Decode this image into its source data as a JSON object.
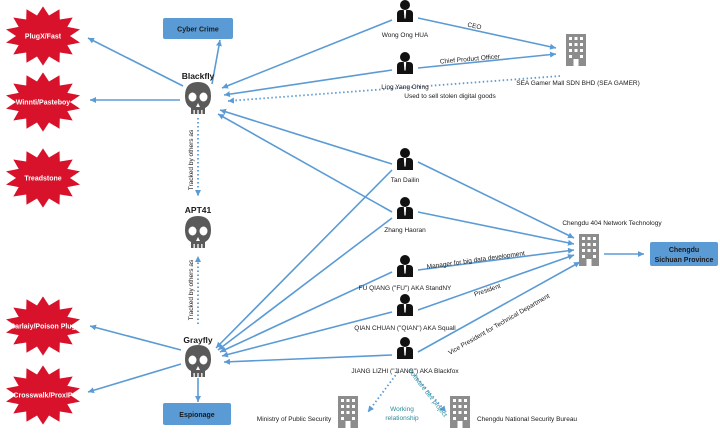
{
  "colors": {
    "line": "#5b9bd5",
    "star": "#d8122b",
    "box": "#5b9bd5",
    "icon": "#6e6e6e"
  },
  "malware": [
    "PlugX/Fast",
    "Winnti/Pasteboy",
    "Treadstone",
    "Barlaiy/Poison Plug",
    "Crosswalk/ProxIP"
  ],
  "categories": {
    "cyber_crime": "Cyber Crime",
    "espionage": "Espionage"
  },
  "groups": {
    "blackfly": "Blackfly",
    "apt41": "APT41",
    "grayfly": "Grayfly"
  },
  "tracked_labels": {
    "top": "Tracked by others as",
    "bottom": "Tracked by others as"
  },
  "people": {
    "wong": "Wong Ong HUA",
    "ling": "Ling Yang Ching",
    "tan": "Tan Dailin",
    "zhang": "Zhang Haoran",
    "fu": "FU QIANG (\"FU\") AKA StandNY",
    "qian": "QIAN CHUAN (\"QIAN\") AKA Squall",
    "jiang": "JIANG LIZHI (\"JIANG\") AKA Blackfox"
  },
  "orgs": {
    "sea_gamer": "SEA Gamer Mall SDN BHD (SEA GAMER)",
    "chengdu404": "Chengdu 404 Network Technology",
    "mps": "Ministry of Public Security",
    "cnsb": "Chengdu National Security Bureau"
  },
  "place": {
    "line1": "Chengdu",
    "line2": "Sichuan Province"
  },
  "edge_labels": {
    "ceo": "CEO",
    "cpo": "Chief Product Officer",
    "stolen": "Used to sell stolen digital goods",
    "manager": "Manager for big data development",
    "president": "President",
    "vp": "Vice President for Technical Department",
    "software": "Software dev project",
    "working1": "Working",
    "working2": "relationship"
  }
}
